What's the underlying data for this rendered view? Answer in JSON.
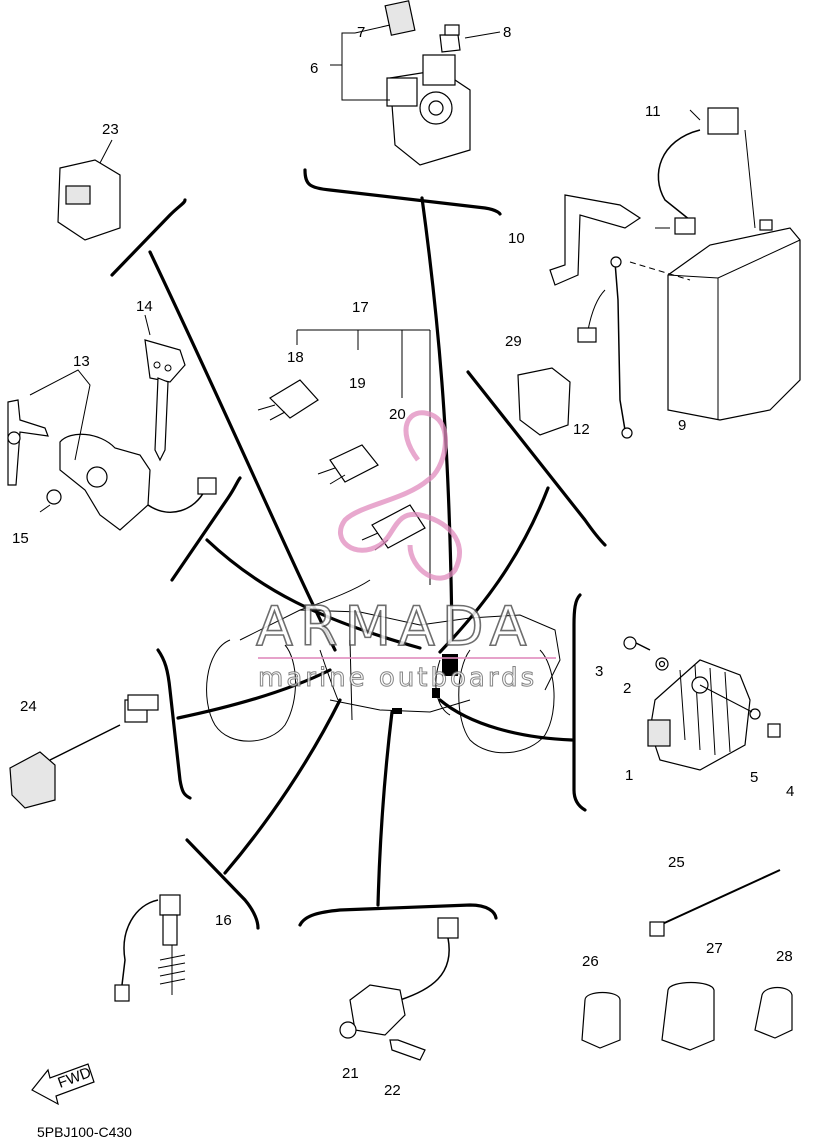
{
  "diagram": {
    "part_numbers": [
      "1",
      "2",
      "3",
      "4",
      "5",
      "6",
      "7",
      "8",
      "9",
      "10",
      "11",
      "12",
      "13",
      "14",
      "15",
      "16",
      "17",
      "18",
      "19",
      "20",
      "21",
      "22",
      "23",
      "24",
      "25",
      "26",
      "27",
      "28",
      "29"
    ],
    "direction_label": "FWD",
    "drawing_code": "5PBJ100-C430",
    "watermark": {
      "brand": "ARMADA",
      "tagline": "marine outboards"
    },
    "colors": {
      "line": "#000000",
      "watermark_logo": "#e08bbd",
      "watermark_text": "#555555"
    }
  }
}
